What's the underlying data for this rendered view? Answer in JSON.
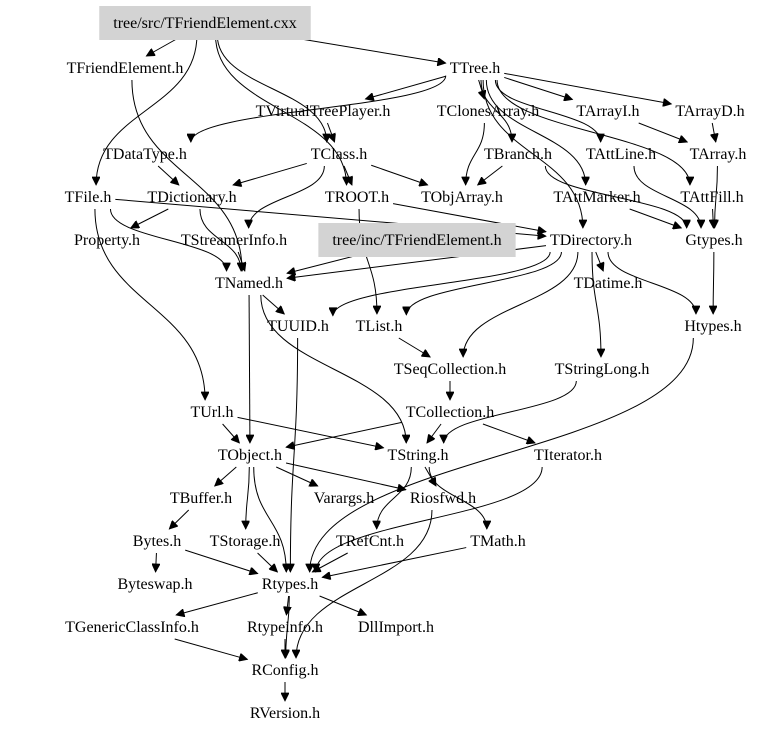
{
  "graph": {
    "title": "Include dependency graph for tree/src/TFriendElement.cxx",
    "highlight_color": "#d3d3d3",
    "nodes": [
      {
        "id": "src",
        "label": "tree/src/TFriendElement.cxx",
        "highlighted": true
      },
      {
        "id": "TFriendElement",
        "label": "TFriendElement.h"
      },
      {
        "id": "TTree",
        "label": "TTree.h"
      },
      {
        "id": "TVirtualTreePlayer",
        "label": "TVirtualTreePlayer.h"
      },
      {
        "id": "TClonesArray",
        "label": "TClonesArray.h"
      },
      {
        "id": "TArrayI",
        "label": "TArrayI.h"
      },
      {
        "id": "TArrayD",
        "label": "TArrayD.h"
      },
      {
        "id": "TDataType",
        "label": "TDataType.h"
      },
      {
        "id": "TClass",
        "label": "TClass.h"
      },
      {
        "id": "TBranch",
        "label": "TBranch.h"
      },
      {
        "id": "TAttLine",
        "label": "TAttLine.h"
      },
      {
        "id": "TArray",
        "label": "TArray.h"
      },
      {
        "id": "TFile",
        "label": "TFile.h"
      },
      {
        "id": "TDictionary",
        "label": "TDictionary.h"
      },
      {
        "id": "TROOT",
        "label": "TROOT.h"
      },
      {
        "id": "TObjArray",
        "label": "TObjArray.h"
      },
      {
        "id": "TAttMarker",
        "label": "TAttMarker.h"
      },
      {
        "id": "TAttFill",
        "label": "TAttFill.h"
      },
      {
        "id": "Property",
        "label": "Property.h"
      },
      {
        "id": "TStreamerInfo",
        "label": "TStreamerInfo.h"
      },
      {
        "id": "inc",
        "label": "tree/inc/TFriendElement.h",
        "highlighted": true
      },
      {
        "id": "TDirectory",
        "label": "TDirectory.h"
      },
      {
        "id": "Gtypes",
        "label": "Gtypes.h"
      },
      {
        "id": "TNamed",
        "label": "TNamed.h"
      },
      {
        "id": "TDatime",
        "label": "TDatime.h"
      },
      {
        "id": "TUUID",
        "label": "TUUID.h"
      },
      {
        "id": "TList",
        "label": "TList.h"
      },
      {
        "id": "Htypes",
        "label": "Htypes.h"
      },
      {
        "id": "TSeqCollection",
        "label": "TSeqCollection.h"
      },
      {
        "id": "TStringLong",
        "label": "TStringLong.h"
      },
      {
        "id": "TUrl",
        "label": "TUrl.h"
      },
      {
        "id": "TCollection",
        "label": "TCollection.h"
      },
      {
        "id": "TObject",
        "label": "TObject.h"
      },
      {
        "id": "TString",
        "label": "TString.h"
      },
      {
        "id": "TIterator",
        "label": "TIterator.h"
      },
      {
        "id": "TBuffer",
        "label": "TBuffer.h"
      },
      {
        "id": "Varargs",
        "label": "Varargs.h"
      },
      {
        "id": "Riosfwd",
        "label": "Riosfwd.h"
      },
      {
        "id": "Bytes",
        "label": "Bytes.h"
      },
      {
        "id": "TStorage",
        "label": "TStorage.h"
      },
      {
        "id": "TRefCnt",
        "label": "TRefCnt.h"
      },
      {
        "id": "TMath",
        "label": "TMath.h"
      },
      {
        "id": "Byteswap",
        "label": "Byteswap.h"
      },
      {
        "id": "Rtypes",
        "label": "Rtypes.h"
      },
      {
        "id": "TGenericClassInfo",
        "label": "TGenericClassInfo.h"
      },
      {
        "id": "Rtypeinfo",
        "label": "Rtypeinfo.h"
      },
      {
        "id": "DllImport",
        "label": "DllImport.h"
      },
      {
        "id": "RConfig",
        "label": "RConfig.h"
      },
      {
        "id": "RVersion",
        "label": "RVersion.h"
      }
    ],
    "edges": [
      [
        "src",
        "TFriendElement"
      ],
      [
        "src",
        "TTree"
      ],
      [
        "src",
        "TClass"
      ],
      [
        "src",
        "TFile"
      ],
      [
        "src",
        "TROOT"
      ],
      [
        "TFriendElement",
        "TNamed"
      ],
      [
        "TTree",
        "TVirtualTreePlayer"
      ],
      [
        "TTree",
        "TClonesArray"
      ],
      [
        "TTree",
        "TArrayI"
      ],
      [
        "TTree",
        "TArrayD"
      ],
      [
        "TTree",
        "TDataType"
      ],
      [
        "TTree",
        "TBranch"
      ],
      [
        "TTree",
        "TAttLine"
      ],
      [
        "TTree",
        "TAttFill"
      ],
      [
        "TTree",
        "TAttMarker"
      ],
      [
        "TTree",
        "TDirectory"
      ],
      [
        "TVirtualTreePlayer",
        "TClass"
      ],
      [
        "TClonesArray",
        "TObjArray"
      ],
      [
        "TArrayI",
        "TArray"
      ],
      [
        "TArrayD",
        "TArray"
      ],
      [
        "TArray",
        "Gtypes"
      ],
      [
        "TDataType",
        "TDictionary"
      ],
      [
        "TClass",
        "TDictionary"
      ],
      [
        "TClass",
        "TROOT"
      ],
      [
        "TClass",
        "TObjArray"
      ],
      [
        "TClass",
        "TStreamerInfo"
      ],
      [
        "TBranch",
        "TObjArray"
      ],
      [
        "TBranch",
        "Gtypes"
      ],
      [
        "TAttLine",
        "Gtypes"
      ],
      [
        "TAttFill",
        "Gtypes"
      ],
      [
        "TAttMarker",
        "Gtypes"
      ],
      [
        "TFile",
        "TNamed"
      ],
      [
        "TFile",
        "TUrl"
      ],
      [
        "TFile",
        "TDirectory"
      ],
      [
        "TDictionary",
        "Property"
      ],
      [
        "TDictionary",
        "TNamed"
      ],
      [
        "TROOT",
        "TDirectory"
      ],
      [
        "TROOT",
        "TList"
      ],
      [
        "TStreamerInfo",
        "TNamed"
      ],
      [
        "inc",
        "TNamed"
      ],
      [
        "TDirectory",
        "TNamed"
      ],
      [
        "TDirectory",
        "TDatime"
      ],
      [
        "TDirectory",
        "TUUID"
      ],
      [
        "TDirectory",
        "TList"
      ],
      [
        "TDirectory",
        "TSeqCollection"
      ],
      [
        "TDirectory",
        "TStringLong"
      ],
      [
        "TDirectory",
        "Htypes"
      ],
      [
        "Gtypes",
        "Htypes"
      ],
      [
        "TNamed",
        "TUUID"
      ],
      [
        "TNamed",
        "TObject"
      ],
      [
        "TNamed",
        "TString"
      ],
      [
        "TList",
        "TSeqCollection"
      ],
      [
        "TSeqCollection",
        "TCollection"
      ],
      [
        "TStringLong",
        "TString"
      ],
      [
        "TUrl",
        "TObject"
      ],
      [
        "TUrl",
        "TString"
      ],
      [
        "TCollection",
        "TObject"
      ],
      [
        "TCollection",
        "TString"
      ],
      [
        "TCollection",
        "TIterator"
      ],
      [
        "TObject",
        "TBuffer"
      ],
      [
        "TObject",
        "Varargs"
      ],
      [
        "TObject",
        "Riosfwd"
      ],
      [
        "TObject",
        "TStorage"
      ],
      [
        "TObject",
        "Rtypes"
      ],
      [
        "TUUID",
        "Rtypes"
      ],
      [
        "TString",
        "TRefCnt"
      ],
      [
        "TString",
        "Riosfwd"
      ],
      [
        "TString",
        "TMath"
      ],
      [
        "TIterator",
        "Rtypes"
      ],
      [
        "Htypes",
        "Rtypes"
      ],
      [
        "TBuffer",
        "Bytes"
      ],
      [
        "Bytes",
        "Byteswap"
      ],
      [
        "Bytes",
        "Rtypes"
      ],
      [
        "TStorage",
        "Rtypes"
      ],
      [
        "TRefCnt",
        "Rtypes"
      ],
      [
        "TMath",
        "Rtypes"
      ],
      [
        "Riosfwd",
        "RConfig"
      ],
      [
        "Rtypes",
        "TGenericClassInfo"
      ],
      [
        "Rtypes",
        "Rtypeinfo"
      ],
      [
        "Rtypes",
        "DllImport"
      ],
      [
        "Rtypes",
        "RConfig"
      ],
      [
        "TGenericClassInfo",
        "RConfig"
      ],
      [
        "Rtypeinfo",
        "RConfig"
      ],
      [
        "RConfig",
        "RVersion"
      ]
    ]
  }
}
